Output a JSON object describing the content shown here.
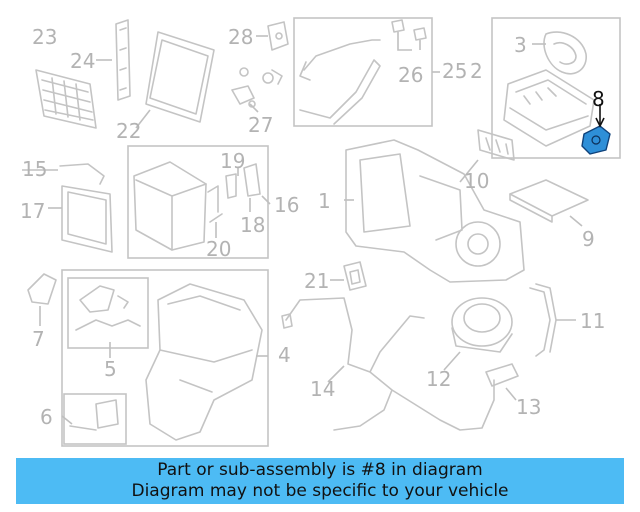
{
  "callouts": {
    "c1": "1",
    "c2": "2",
    "c3": "3",
    "c4": "4",
    "c5": "5",
    "c6": "6",
    "c7": "7",
    "c8": "8",
    "c9": "9",
    "c10": "10",
    "c11": "11",
    "c12": "12",
    "c13": "13",
    "c14": "14",
    "c15": "15",
    "c16": "16",
    "c17": "17",
    "c18": "18",
    "c19": "19",
    "c20": "20",
    "c21": "21",
    "c22": "22",
    "c23": "23",
    "c24": "24",
    "c25": "25",
    "c26": "26",
    "c27": "27",
    "c28": "28"
  },
  "highlight": {
    "part": "8",
    "color": "#2e8fd8"
  },
  "banner": {
    "line1": "Part or sub-assembly is #8 in diagram",
    "line2": "Diagram may not be specific to your vehicle",
    "background": "#4dbbf4"
  }
}
